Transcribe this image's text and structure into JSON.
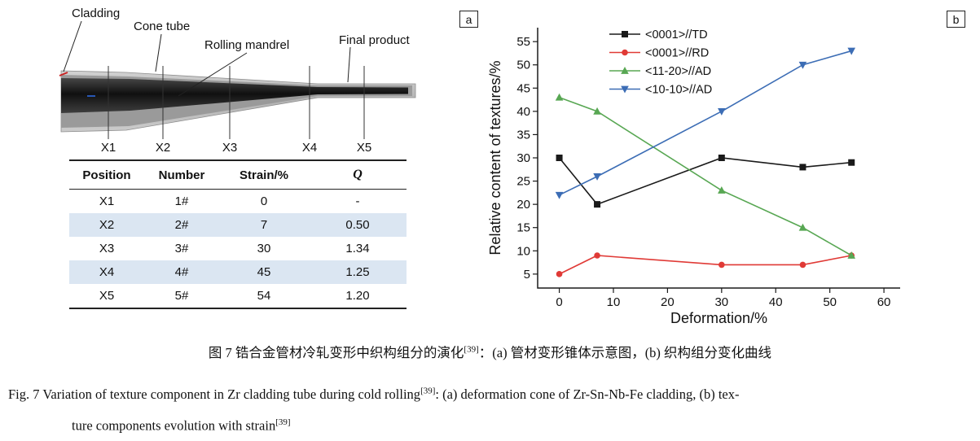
{
  "panel_a": {
    "label": "a",
    "schematic": {
      "labels": {
        "cladding": "Cladding",
        "cone_tube": "Cone tube",
        "rolling_mandrel": "Rolling mandrel",
        "final_product": "Final product"
      },
      "positions": [
        "X1",
        "X2",
        "X3",
        "X4",
        "X5"
      ]
    },
    "table": {
      "headers": [
        "Position",
        "Number",
        "Strain/%",
        "Q"
      ],
      "rows": [
        {
          "position": "X1",
          "number": "1#",
          "strain": "0",
          "q": "-"
        },
        {
          "position": "X2",
          "number": "2#",
          "strain": "7",
          "q": "0.50"
        },
        {
          "position": "X3",
          "number": "3#",
          "strain": "30",
          "q": "1.34"
        },
        {
          "position": "X4",
          "number": "4#",
          "strain": "45",
          "q": "1.25"
        },
        {
          "position": "X5",
          "number": "5#",
          "strain": "54",
          "q": "1.20"
        }
      ]
    }
  },
  "panel_b": {
    "label": "b"
  },
  "chart_data": {
    "type": "line",
    "x": [
      0,
      7,
      30,
      45,
      54
    ],
    "series": [
      {
        "name": "<0001>//TD",
        "color": "#1a1a1a",
        "marker": "square",
        "values": [
          30,
          20,
          30,
          28,
          29
        ]
      },
      {
        "name": "<0001>//RD",
        "color": "#e03a36",
        "marker": "circle",
        "values": [
          5,
          9,
          7,
          7,
          9
        ]
      },
      {
        "name": "<11-20>//AD",
        "color": "#58a753",
        "marker": "triangle-up",
        "values": [
          43,
          40,
          23,
          15,
          9
        ]
      },
      {
        "name": "<10-10>//AD",
        "color": "#3c6db5",
        "marker": "triangle-down",
        "values": [
          22,
          26,
          40,
          50,
          53
        ]
      }
    ],
    "xlabel": "Deformation/%",
    "ylabel": "Relative content of textures/%",
    "xticks": [
      0,
      10,
      20,
      30,
      40,
      50,
      60
    ],
    "yticks": [
      5,
      10,
      15,
      20,
      25,
      30,
      35,
      40,
      45,
      50,
      55
    ],
    "xlim": [
      -4,
      63
    ],
    "ylim": [
      2,
      58
    ],
    "grid": false,
    "legend_position": "top-inside"
  },
  "captions": {
    "chinese": {
      "before_sup": "图 7  锆合金管材冷轧变形中织构组分的演化",
      "sup": "[39]",
      "after_sup": "：(a) 管材变形锥体示意图，(b) 织构组分变化曲线"
    },
    "english": {
      "line1_before_sup": "Fig. 7  Variation of texture component in Zr cladding tube during cold rolling",
      "sup1": "[39]",
      "line1_after_sup": ": (a) deformation cone of Zr-Sn-Nb-Fe cladding, (b) tex-",
      "line2_before_sup": "ture components evolution with strain",
      "sup2": "[39]"
    }
  }
}
